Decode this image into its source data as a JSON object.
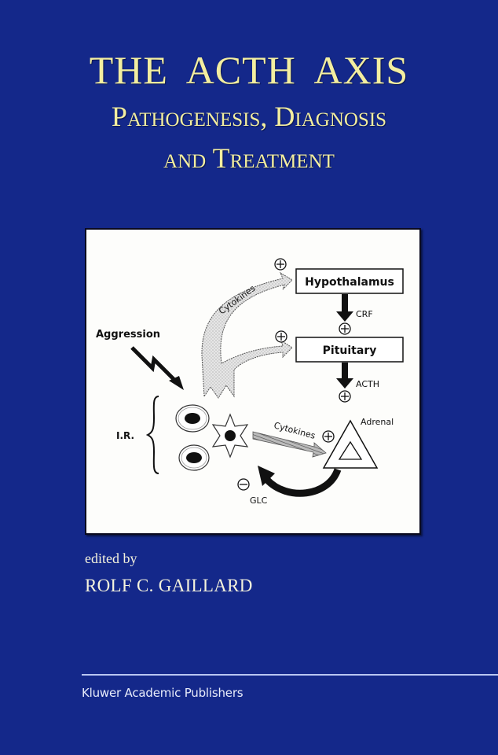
{
  "cover": {
    "title_line1": "THE ACTH AXIS",
    "title_line2": "Pathogenesis, Diagnosis",
    "title_line3": "and Treatment",
    "edited_by": "edited by",
    "editor": "ROLF C. GAILLARD",
    "publisher": "Kluwer Academic Publishers",
    "colors": {
      "background": "#14288a",
      "title": "#f3eea0",
      "rule": "#b9c6f2"
    }
  },
  "diagram": {
    "labels": {
      "hypothalamus": "Hypothalamus",
      "pituitary": "Pituitary",
      "crf": "CRF",
      "acth": "ACTH",
      "aggression": "Aggression",
      "immune_response": "I.R.",
      "cytokines_upper": "Cytokines",
      "cytokines_lower": "Cytokines",
      "adrenal": "Adrenal",
      "glc": "GLC"
    },
    "signs": {
      "plus": "+",
      "minus": "−"
    }
  }
}
